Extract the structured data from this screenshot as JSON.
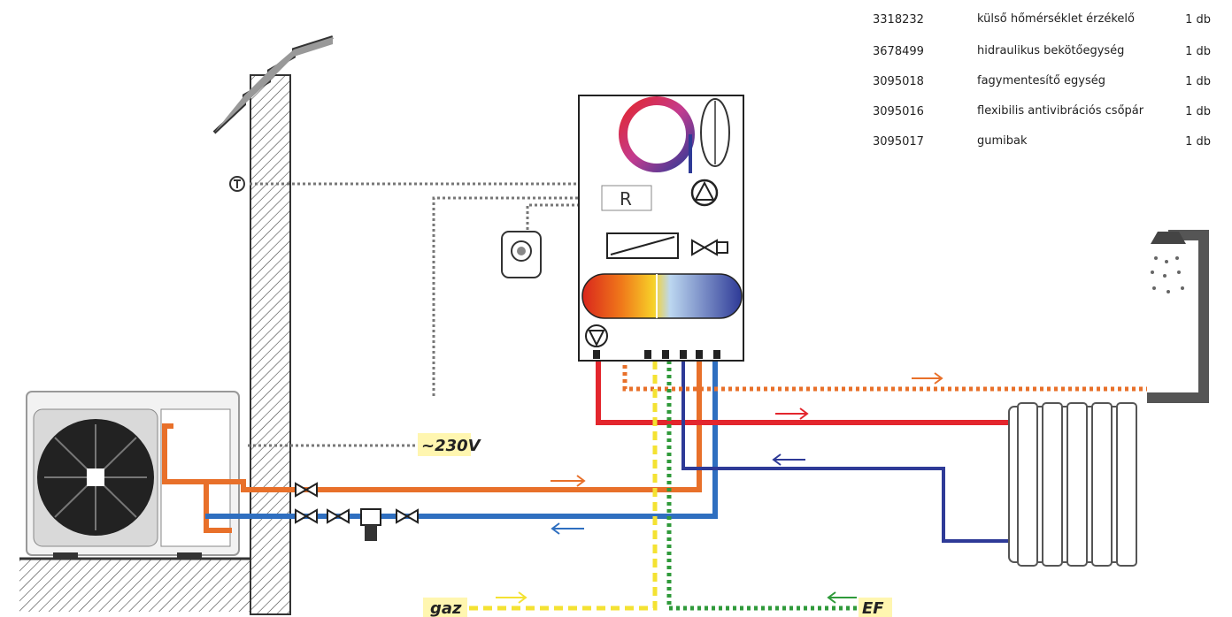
{
  "parts_table": [
    {
      "code": "3318232",
      "description": "külső hőmérséklet érzékelő",
      "quantity": "1 db"
    },
    {
      "code": "3678499",
      "description": "hidraulikus bekötőegység",
      "quantity": "1 db"
    },
    {
      "code": "3095018",
      "description": "fagymentesítő egység",
      "quantity": "1 db"
    },
    {
      "code": "3095016",
      "description": "flexibilis antivibrációs csőpár",
      "quantity": "1 db"
    },
    {
      "code": "3095017",
      "description": "gumibak",
      "quantity": "1 db"
    }
  ],
  "labels": {
    "voltage": "~230V",
    "gas": "gaz",
    "cold_water": "EF",
    "controller": "R"
  },
  "colors": {
    "hot_supply": "#e3262d",
    "return": "#2e3a97",
    "heat_pump_flow": "#e8702a",
    "heat_pump_return": "#2f6fc0",
    "gas_line": "#f4e232",
    "cold_water_line": "#2f9a3a",
    "signal_line": "#777777",
    "dhw_line": "#e8702a"
  },
  "icons": [
    "sensor-icon",
    "remote-controller-icon",
    "pump-icon",
    "three-way-valve-icon",
    "shower-icon",
    "radiator-icon",
    "filter-icon",
    "valve-icon"
  ]
}
